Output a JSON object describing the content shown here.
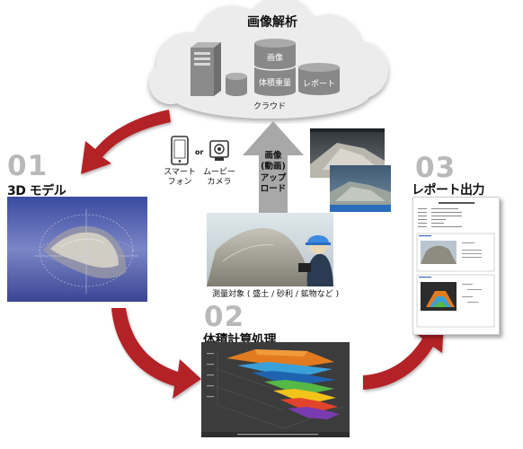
{
  "cloud": {
    "title": "画像解析",
    "caption": "クラウド",
    "databases": [
      "画像",
      "体積重量",
      "レポート"
    ]
  },
  "devices": {
    "smartphone": "スマート\nフォン",
    "or": "or",
    "camera": "ムービー\nカメラ"
  },
  "upload": {
    "label": "画像\n(動画)\nアップ\nロード"
  },
  "steps": {
    "s1": {
      "number": "01",
      "title": "3D モデル"
    },
    "s2": {
      "number": "02",
      "title": "体積計算処理"
    },
    "s3": {
      "number": "03",
      "title": "レポート出力"
    }
  },
  "photo": {
    "caption": "測量対象 ( 盛土 / 砂利 / 鉱物など )"
  },
  "colors": {
    "arrow": "#b32025",
    "cloud": "#ececec",
    "server": "#8a8a8a",
    "step_number": "#b9b9b9",
    "upload_arrow": "#a8a8a8"
  }
}
